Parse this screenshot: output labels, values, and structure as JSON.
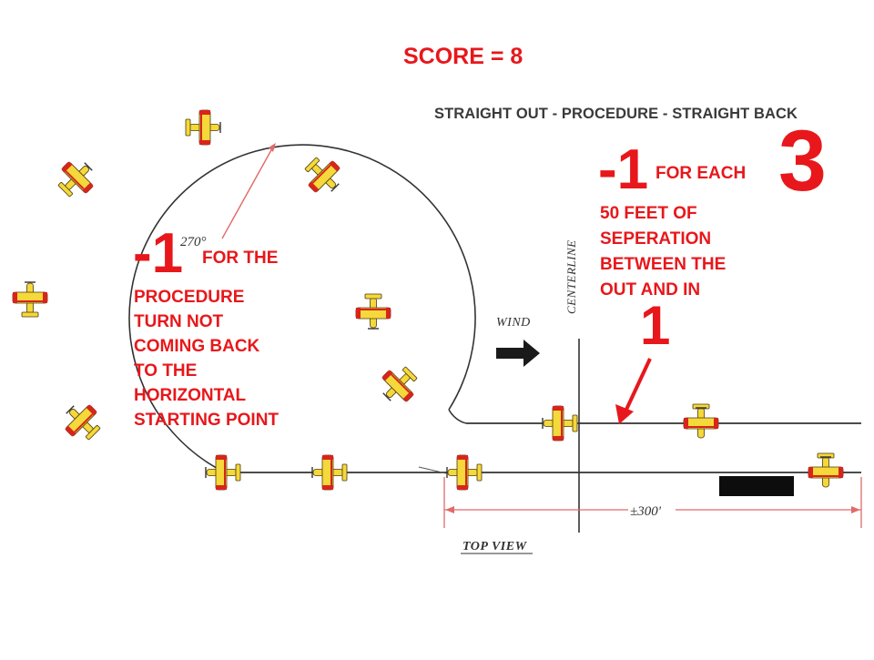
{
  "score": "SCORE = 8",
  "diagram_title": "STRAIGHT OUT - PROCEDURE - STRAIGHT BACK",
  "left_note": {
    "penalty": "-1",
    "first_line": "FOR THE",
    "rest_lines": [
      "PROCEDURE",
      "TURN NOT",
      "COMING BACK",
      "TO THE",
      "HORIZONTAL",
      "STARTING POINT"
    ]
  },
  "right_note": {
    "penalty": "-1",
    "first_line": "FOR EACH",
    "rest_lines": [
      "50 FEET OF",
      "SEPERATION",
      "BETWEEN THE",
      "OUT AND IN"
    ]
  },
  "handwritten_score_top": "3",
  "handwritten_score_mid": "1",
  "diagram_labels": {
    "angle": "270°",
    "centerline": "CENTERLINE",
    "wind": "WIND",
    "distance": "±300'",
    "view": "TOP VIEW"
  },
  "colors": {
    "red": "#e8171b",
    "plane_body": "#f5d83a",
    "plane_tip": "#d8241b",
    "line": "#333333"
  }
}
